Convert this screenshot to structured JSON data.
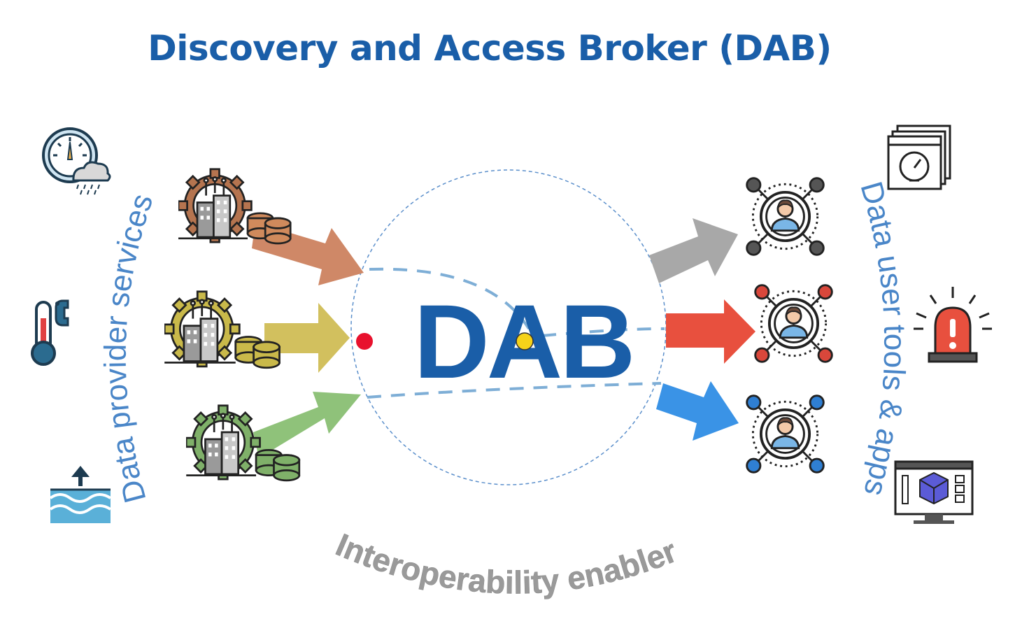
{
  "title": "Discovery and Access Broker (DAB)",
  "center_logo": "DAB",
  "left_label": "Data provider services",
  "right_label": "Data user tools & apps",
  "bottom_label": "Interoperability enabler",
  "colors": {
    "title": "#1a5ea8",
    "side_labels": "#4a86c8",
    "bottom_label": "#9a9a9a",
    "provider_arrows": [
      "#cf8867",
      "#d2c05e",
      "#8fc27a"
    ],
    "user_arrows": [
      "#a8a8a8",
      "#e8503e",
      "#3a93e6"
    ],
    "user_nodes": [
      "#555555",
      "#d9473b",
      "#2f7fd3"
    ],
    "logo": "#1a5ea8"
  },
  "icons": {
    "providers": [
      "gear-city-database-icon",
      "gear-city-database-icon",
      "gear-city-database-icon"
    ],
    "left_side": [
      "clock-weather-icon",
      "thermometer-icon",
      "water-level-icon"
    ],
    "users": [
      "user-network-icon",
      "user-network-icon",
      "user-network-icon"
    ],
    "right_side": [
      "dashboard-gauge-icon",
      "alarm-siren-icon",
      "3d-model-monitor-icon"
    ]
  }
}
